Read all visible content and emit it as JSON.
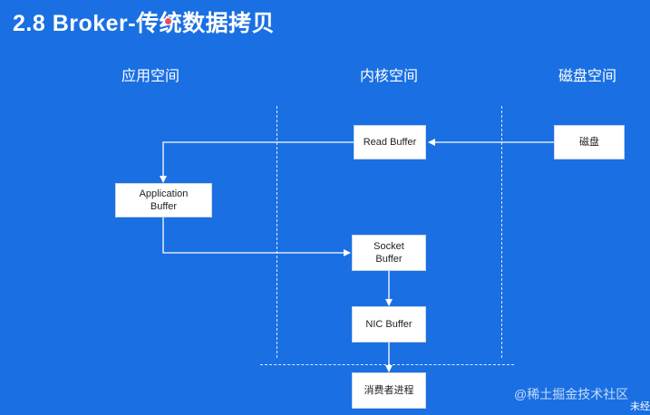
{
  "title": "2.8 Broker-传统数据拷贝",
  "regions": {
    "app": "应用空间",
    "kernel": "内核空间",
    "disk": "磁盘空间"
  },
  "boxes": {
    "read_buffer": "Read Buffer",
    "application_buffer": [
      "Application",
      "Buffer"
    ],
    "socket_buffer": [
      "Socket",
      "Buffer"
    ],
    "nic_buffer": "NIC Buffer",
    "disk": "磁盘",
    "consumer": "消费者进程"
  },
  "watermark": "@稀土掘金技术社区",
  "corner_text": "未经",
  "colors": {
    "background": "#1a6fe3",
    "box": "#ffffff",
    "line": "#ffffff"
  }
}
